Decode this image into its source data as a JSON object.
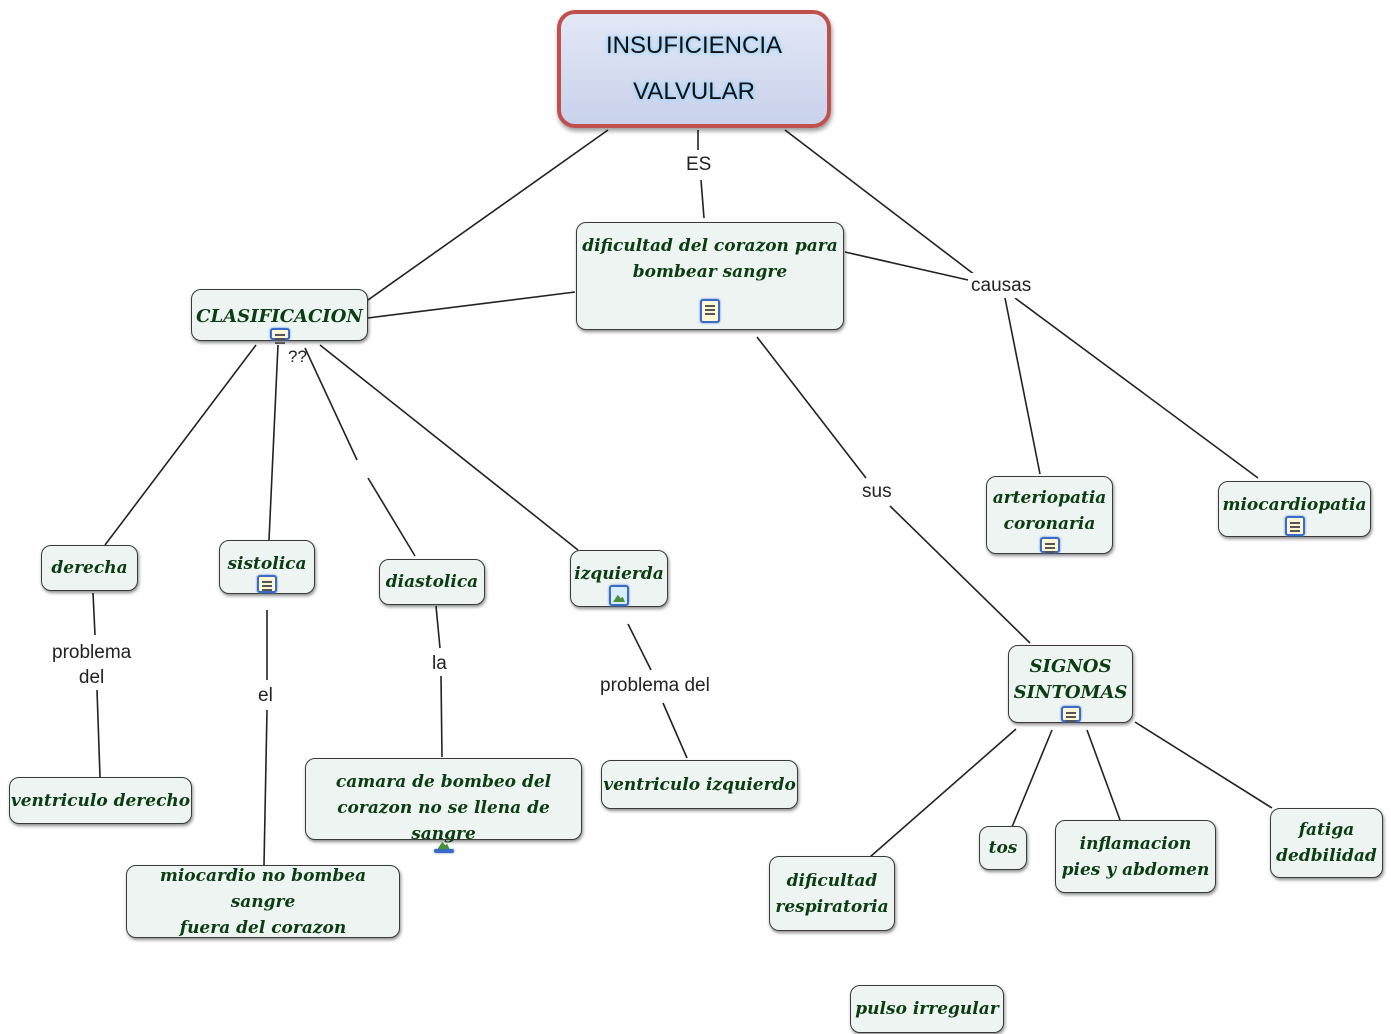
{
  "root": {
    "label": "INSUFICIENCIA\nVALVULAR"
  },
  "nodes": {
    "dificultad": "dificultad del  corazon para\nbombear sangre",
    "clasificacion": "CLASIFICACION",
    "derecha": "derecha",
    "sistolica": "sistolica",
    "diastolica": "diastolica",
    "izquierda": "izquierda",
    "ventriculo_derecho": "ventriculo derecho",
    "miocardio": "miocardio no bombea sangre\nfuera del corazon",
    "camara": "camara de bombeo del\ncorazon no se llena de sangre",
    "ventriculo_izquierdo": "ventriculo izquierdo",
    "arteriopatia": "arteriopatia\ncoronaria",
    "miocardiopatia": "miocardiopatia",
    "signos": "SIGNOS\nSINTOMAS",
    "dificultad_resp": "dificultad\nrespiratoria",
    "tos": "tos",
    "inflamacion": "inflamacion\npies y abdomen",
    "fatiga": "fatiga\ndedbilidad",
    "pulso": "pulso irregular"
  },
  "link_labels": {
    "es": "ES",
    "causas": "causas",
    "sus": "sus",
    "problema_del_1": "problema\ndel",
    "el": "el",
    "la": "la",
    "problema_del_2": "problema del",
    "q": "??"
  },
  "icons": {
    "doc": "document-icon",
    "img": "image-icon"
  },
  "colors": {
    "root_border": "#c0504d",
    "node_text": "#0a3d12",
    "node_fill": "#eef4f2",
    "icon_border": "#3a6cc6"
  }
}
